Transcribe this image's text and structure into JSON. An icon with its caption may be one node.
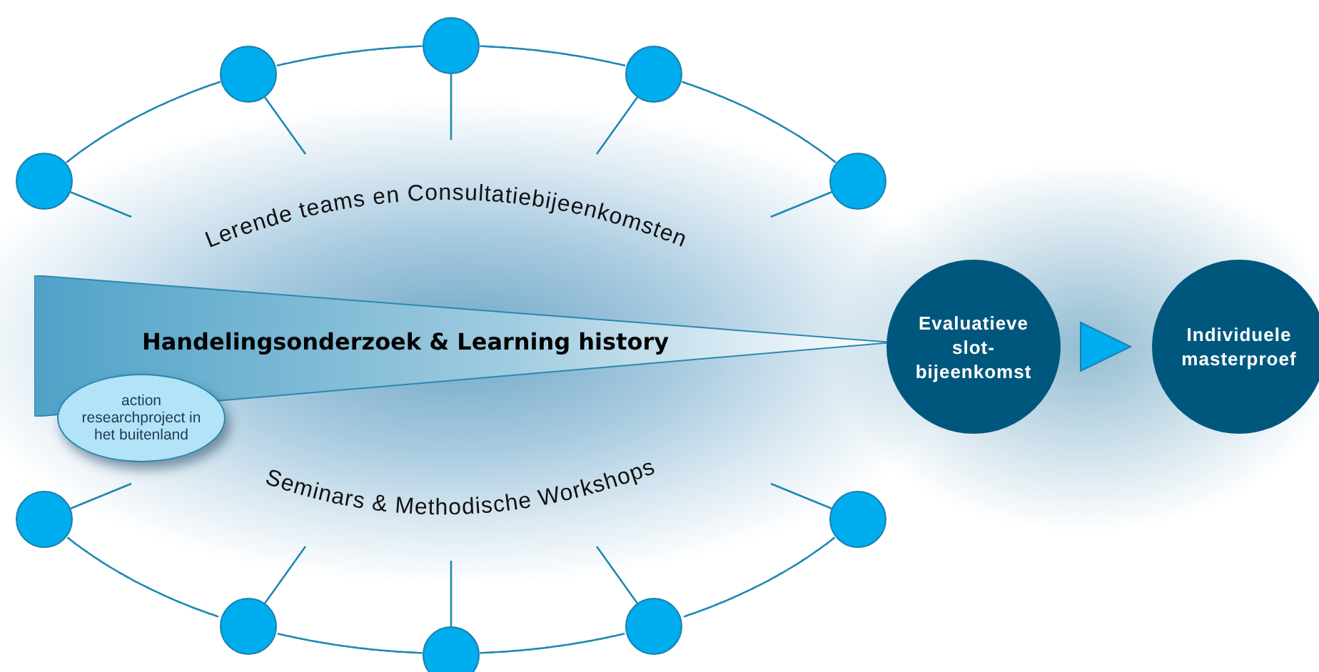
{
  "diagram": {
    "nodes": [
      {
        "text": [
          "Handelingsonderzoek & Learning history"
        ]
      },
      {
        "text": [
          "action researchproject in het buitenland"
        ]
      },
      {
        "text": [
          "Evaluatieve slot-bijeenkomst"
        ]
      },
      {
        "text": [
          "Individuele masterproef"
        ]
      },
      {
        "text": [],
        "shape": "circle"
      },
      {
        "text": [],
        "shape": "circle"
      },
      {
        "text": [],
        "shape": "circle"
      },
      {
        "text": [],
        "shape": "circle"
      },
      {
        "text": [],
        "shape": "circle"
      },
      {
        "text": [],
        "shape": "circle"
      },
      {
        "text": [],
        "shape": "circle"
      },
      {
        "text": [],
        "shape": "circle"
      },
      {
        "text": [],
        "shape": "circle"
      },
      {
        "text": [],
        "shape": "circle"
      }
    ],
    "edges": [
      {
        "from": 4,
        "to": 5,
        "arrow": "none"
      },
      {
        "from": 5,
        "to": 6,
        "arrow": "none"
      },
      {
        "from": 6,
        "to": 7,
        "arrow": "none"
      },
      {
        "from": 7,
        "to": 8,
        "arrow": "none"
      },
      {
        "from": 9,
        "to": 10,
        "arrow": "none"
      },
      {
        "from": 10,
        "to": 11,
        "arrow": "none"
      },
      {
        "from": 11,
        "to": 12,
        "arrow": "none"
      },
      {
        "from": 12,
        "to": 13,
        "arrow": "none"
      },
      {
        "from": 4,
        "to": null,
        "arrow": "none"
      },
      {
        "from": 5,
        "to": null,
        "arrow": "none"
      },
      {
        "from": 6,
        "to": null,
        "arrow": "none"
      },
      {
        "from": 7,
        "to": null,
        "arrow": "none"
      },
      {
        "from": 8,
        "to": null,
        "arrow": "none"
      },
      {
        "from": 9,
        "to": null,
        "arrow": "none"
      },
      {
        "from": 10,
        "to": null,
        "arrow": "none"
      },
      {
        "from": 11,
        "to": null,
        "arrow": "none"
      },
      {
        "from": 12,
        "to": null,
        "arrow": "none"
      },
      {
        "from": 13,
        "to": null,
        "arrow": "none"
      },
      {
        "from": 2,
        "to": 3,
        "arrow": "to"
      }
    ],
    "labels": [
      "Lerende teams en Consultatiebijeenkomsten",
      "Seminars & Methodische Workshops"
    ]
  }
}
